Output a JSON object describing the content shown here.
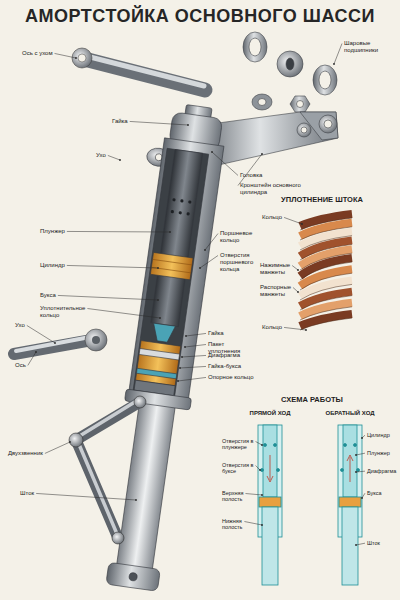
{
  "diagram": {
    "title": "АМОРТСТОЙКА ОСНОВНОГО ШАССИ",
    "labels": [
      "Ось с ухом",
      "Шаровые подшипники",
      "Гайка",
      "Ухо",
      "Головка",
      "Кронштейн основного цилиндра",
      "Плунжер",
      "Цилиндр",
      "Поршневое кольцо",
      "Отверстия поршневого кольца",
      "Букса",
      "Уплотнительное кольцо",
      "Ухо",
      "Ось",
      "Гайка",
      "Пакет уплотнения",
      "Диафрагма",
      "Гайка-букса",
      "Опорное кольцо",
      "Двухзвенник",
      "Шток",
      "УПЛОТНЕНИЕ ШТОКА",
      "Кольцо",
      "Нажимные манжеты",
      "Распорные манжеты",
      "Кольцо",
      "СХЕМА РАБОТЫ",
      "ПРЯМОЙ ХОД",
      "ОБРАТНЫЙ ХОД",
      "Отверстия в плунжере",
      "Отверстия в буксе",
      "Верхняя полость",
      "Нижняя полость",
      "Цилиндр",
      "Плунжер",
      "Диафрагма",
      "Букса",
      "Шток"
    ]
  }
}
